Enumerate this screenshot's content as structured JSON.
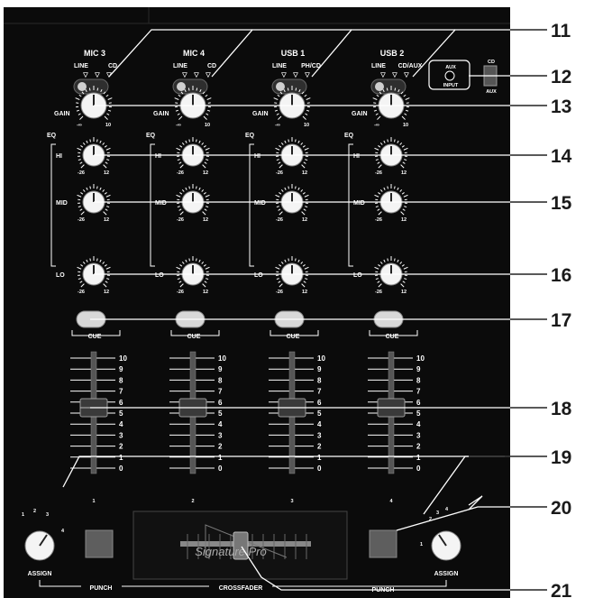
{
  "channels": [
    {
      "name": "MIC 3",
      "source_left": "LINE",
      "source_right": "CD",
      "number": "1"
    },
    {
      "name": "MIC 4",
      "source_left": "LINE",
      "source_right": "CD",
      "number": "2"
    },
    {
      "name": "USB 1",
      "source_left": "LINE",
      "source_right": "PH/CD",
      "number": "3"
    },
    {
      "name": "USB 2",
      "source_left": "LINE",
      "source_right": "CD/AUX",
      "number": "4"
    }
  ],
  "knob_labels": {
    "gain": "GAIN",
    "eq": "EQ",
    "hi": "HI",
    "mid": "MID",
    "lo": "LO",
    "gain_min": "-∞",
    "gain_max": "10",
    "eq_min": "-26",
    "eq_max": "12"
  },
  "cue_label": "CUE",
  "fader_scale": [
    "10",
    "9",
    "8",
    "7",
    "6",
    "5",
    "4",
    "3",
    "2",
    "1",
    "0"
  ],
  "aux": {
    "top": "AUX",
    "bottom": "INPUT",
    "switch_top": "CD",
    "switch_bottom": "AUX"
  },
  "bottom": {
    "assign": "ASSIGN",
    "punch": "PUNCH",
    "crossfader": "CROSSFADER",
    "logo": "Signature Pro",
    "assign_left_marks": [
      "1",
      "2",
      "3",
      "4"
    ],
    "assign_right_marks": [
      "1",
      "2",
      "3",
      "4"
    ]
  },
  "callouts": [
    "11",
    "12",
    "13",
    "14",
    "15",
    "16",
    "17",
    "18",
    "19",
    "20",
    "21"
  ]
}
